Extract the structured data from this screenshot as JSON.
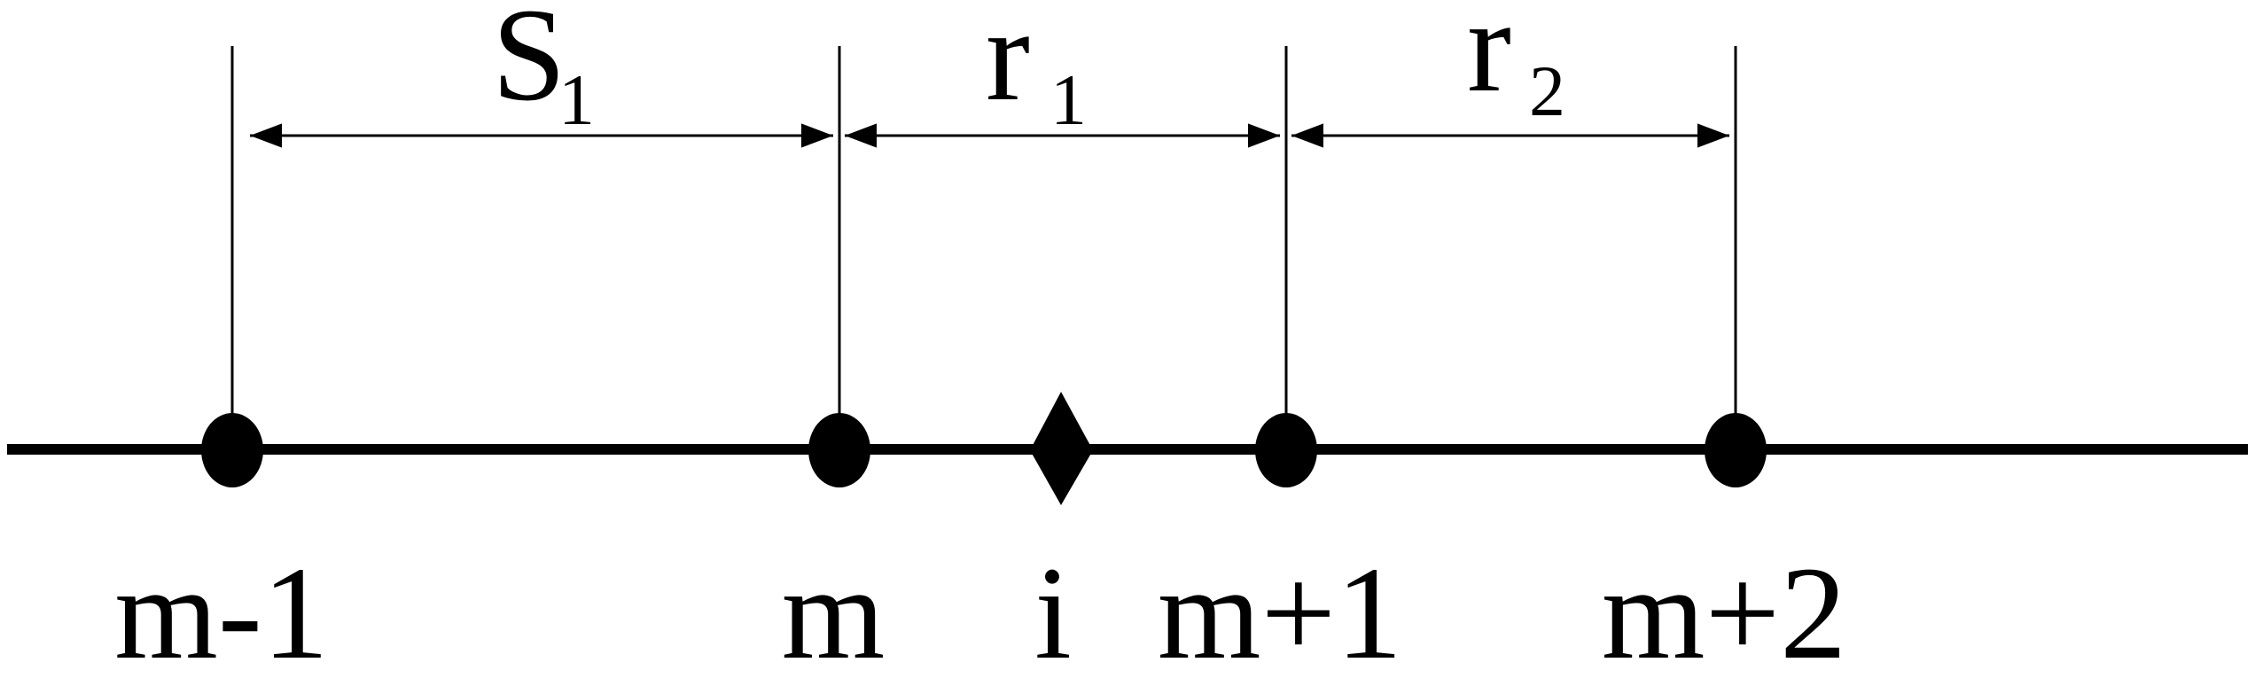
{
  "colors": {
    "ink": "#000000",
    "background": "#ffffff"
  },
  "nodes": [
    {
      "id": "m-1",
      "label": "m-1",
      "marker": "circle"
    },
    {
      "id": "m",
      "label": "m",
      "marker": "circle"
    },
    {
      "id": "i",
      "label": "i",
      "marker": "diamond"
    },
    {
      "id": "m+1",
      "label": "m+1",
      "marker": "circle"
    },
    {
      "id": "m+2",
      "label": "m+2",
      "marker": "circle"
    }
  ],
  "spacings": [
    {
      "from": "m-1",
      "to": "m",
      "symbol": "S",
      "subscript": "1"
    },
    {
      "from": "m",
      "to": "m+1",
      "symbol": "r",
      "subscript": "1"
    },
    {
      "from": "m+1",
      "to": "m+2",
      "symbol": "r",
      "subscript": "2"
    }
  ]
}
